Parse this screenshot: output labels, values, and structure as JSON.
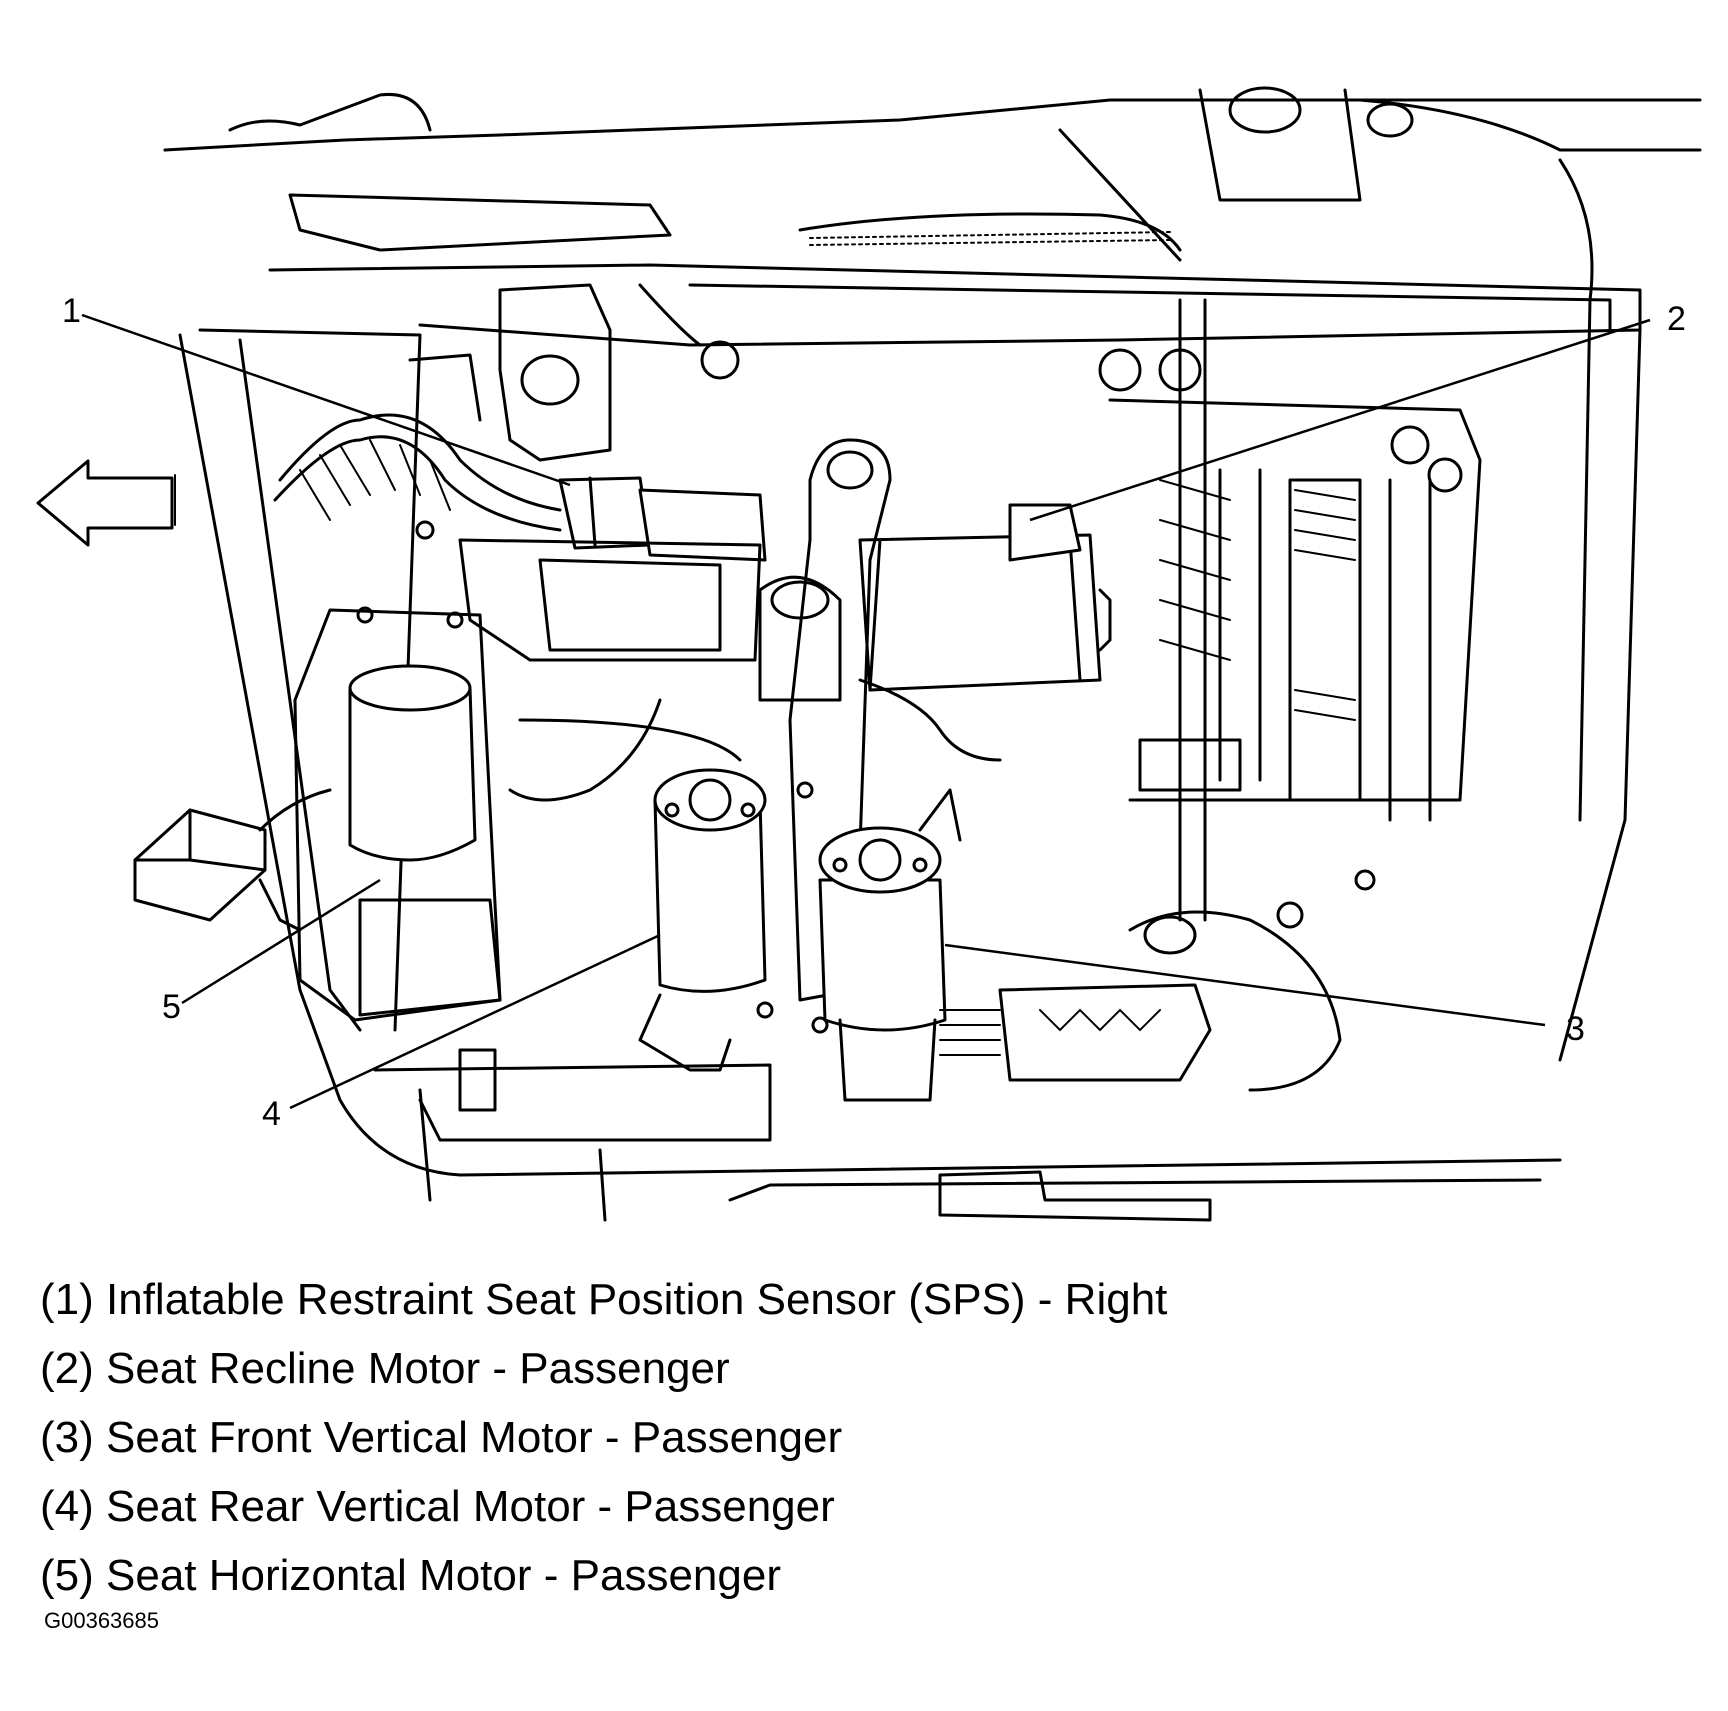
{
  "callouts": [
    "1",
    "2",
    "3",
    "4",
    "5"
  ],
  "legend": [
    "(1) Inflatable Restraint Seat Position Sensor (SPS) - Right",
    "(2) Seat Recline Motor - Passenger",
    "(3) Seat Front Vertical Motor - Passenger",
    "(4) Seat Rear Vertical Motor - Passenger",
    "(5) Seat Horizontal Motor - Passenger"
  ],
  "figure_id": "G00363685"
}
